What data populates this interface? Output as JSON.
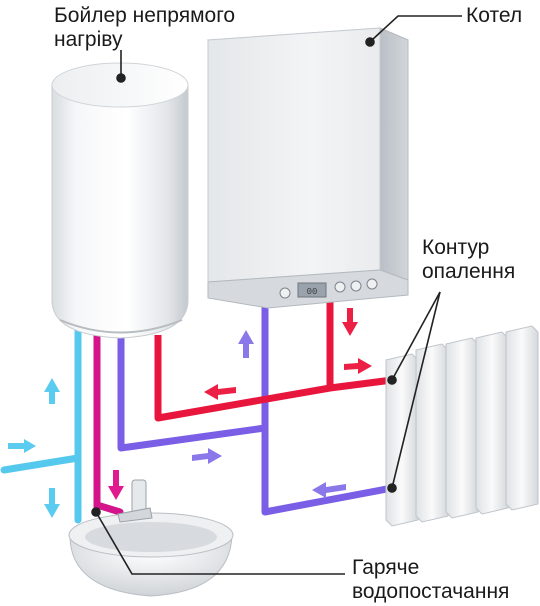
{
  "labels": {
    "boiler_indirect": [
      "Бойлер непрямого",
      "нагріву"
    ],
    "kotel": "Котел",
    "heating_circuit": [
      "Контур",
      "опалення"
    ],
    "hot_water": [
      "Гаряче",
      "водопостачання"
    ]
  },
  "colors": {
    "hot_pipe": "#e8163c",
    "return_pipe": "#7a5ee6",
    "cold_pipe": "#55c8ee",
    "dhw_pipe": "#d4148a",
    "hot_arrow": "#ec1f45",
    "return_arrow": "#8a78ea",
    "cold_arrow": "#5ccbf0",
    "dhw_arrow": "#e01b90"
  },
  "display": {
    "readout": "00"
  }
}
